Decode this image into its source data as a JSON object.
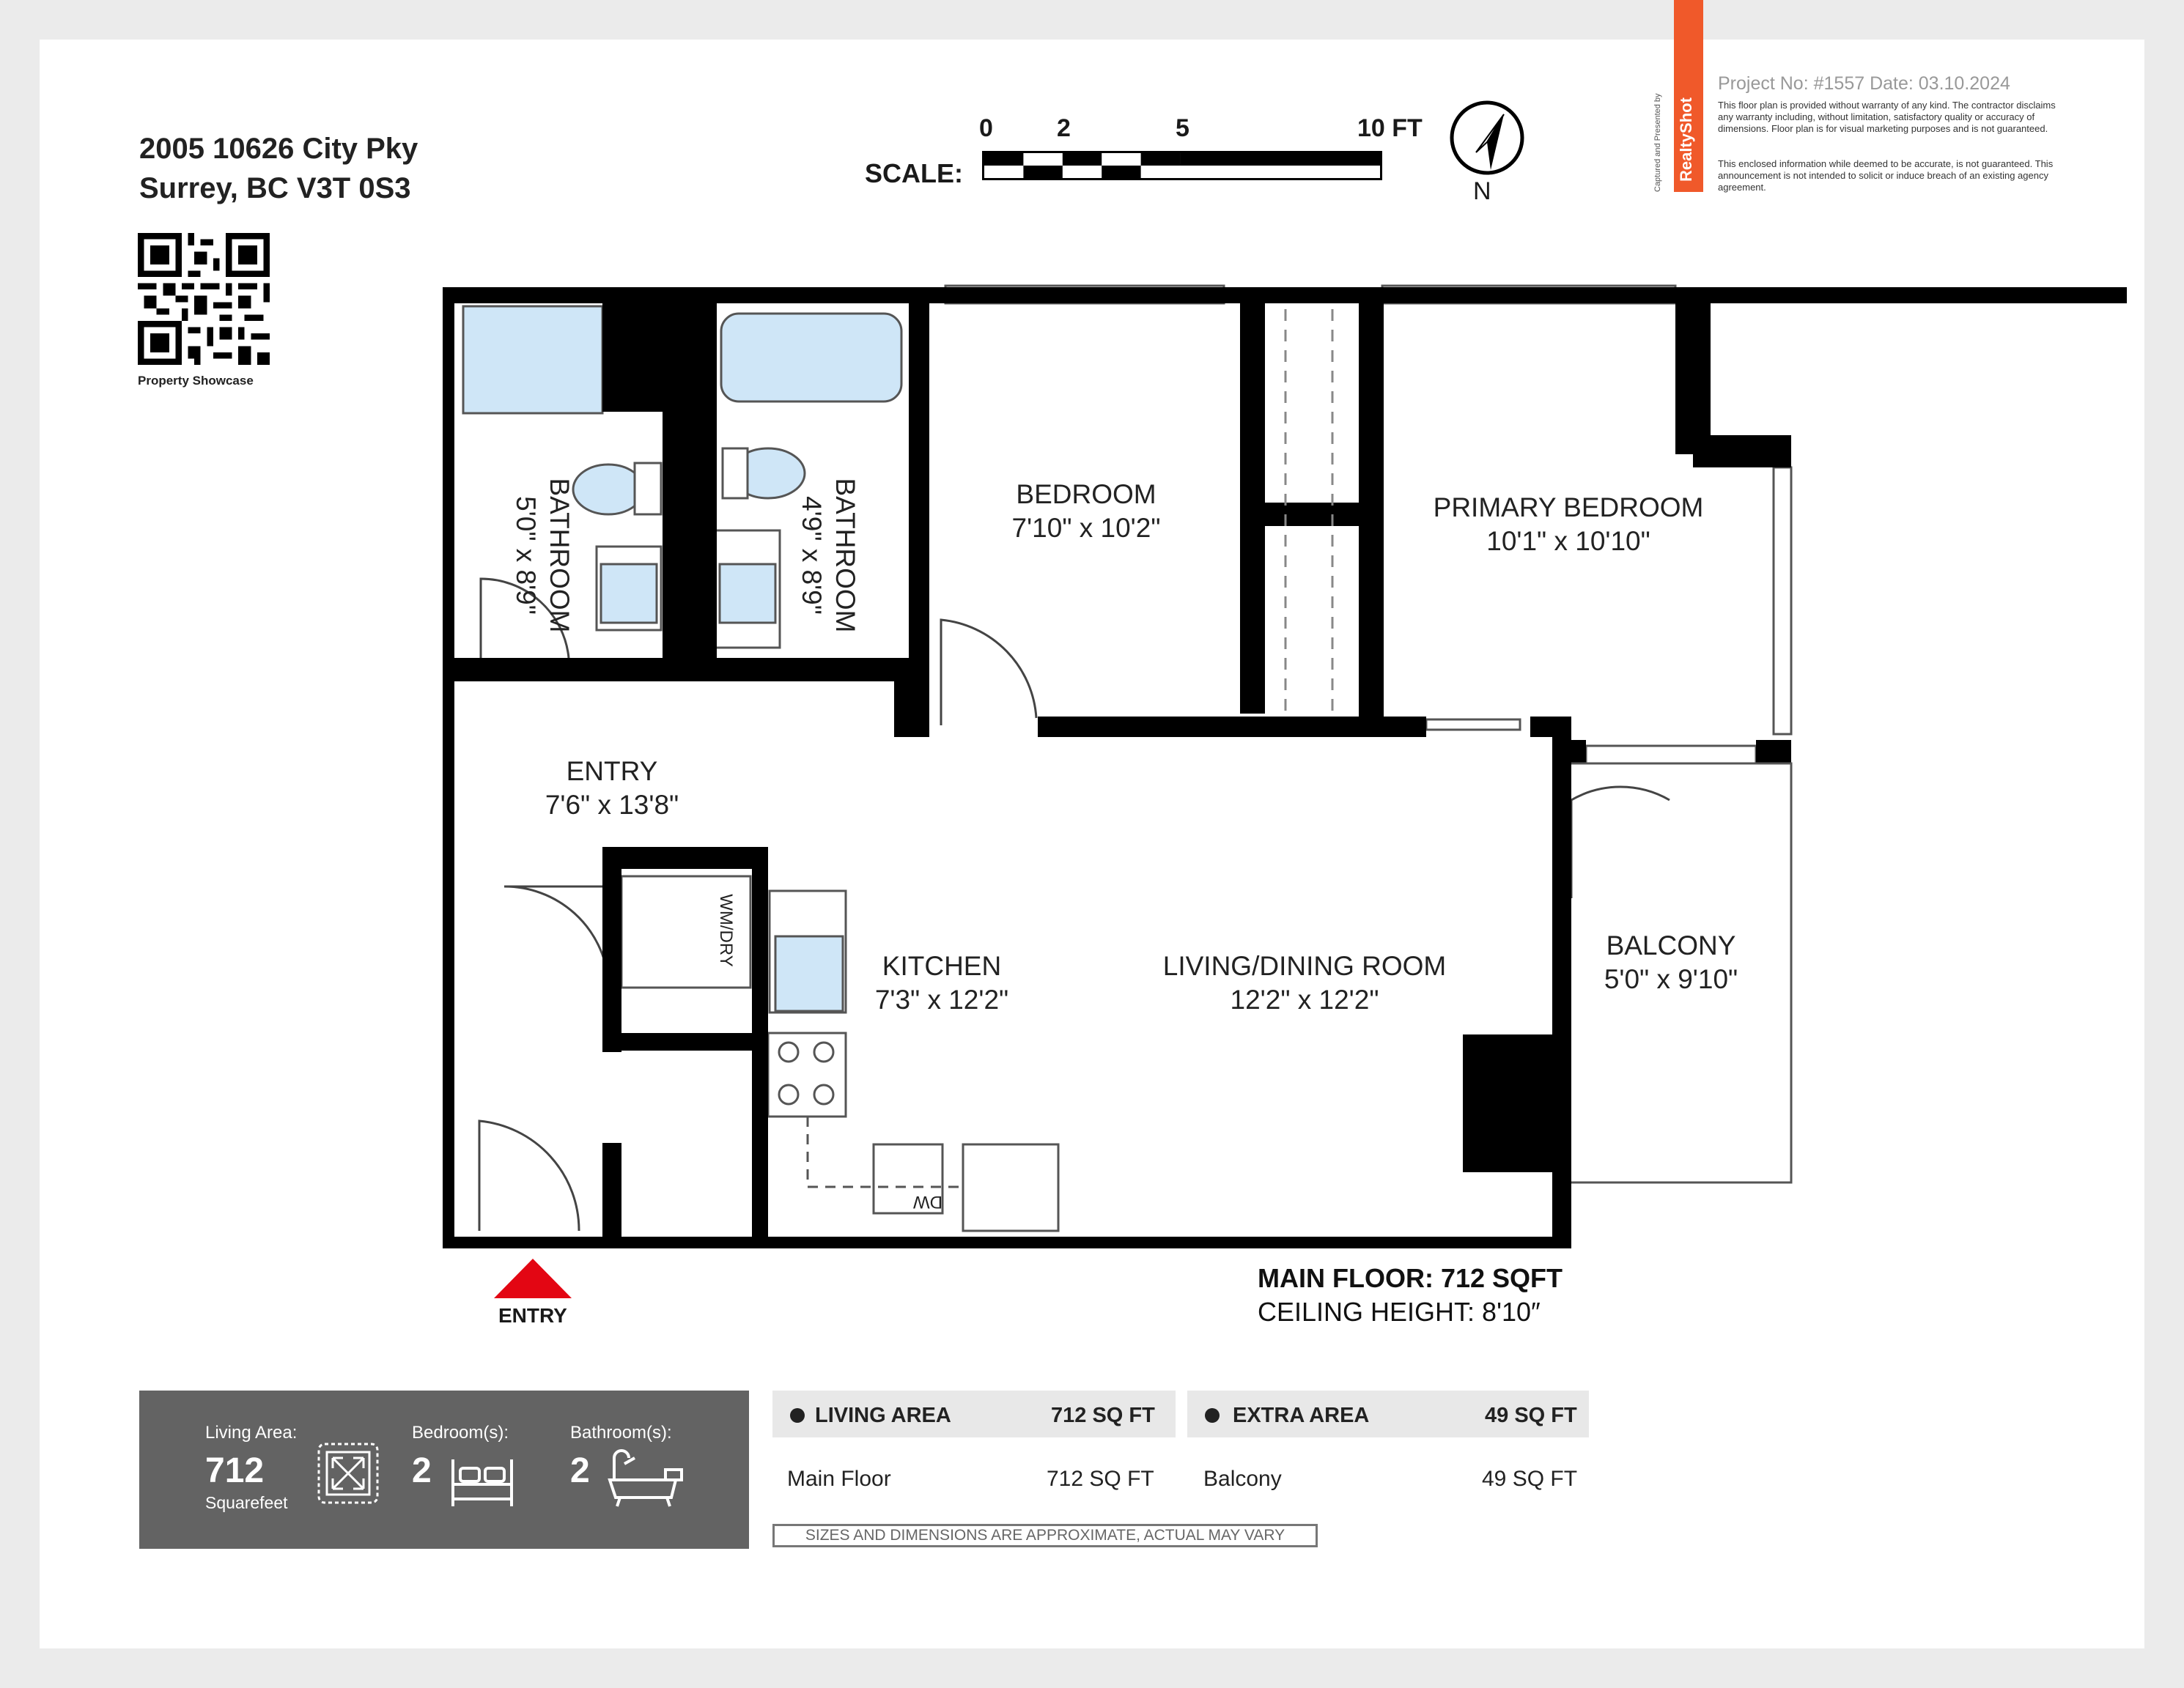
{
  "address": {
    "line1": "2005 10626 City Pky",
    "line2": "Surrey, BC V3T 0S3"
  },
  "qr_caption": "Property Showcase",
  "scale": {
    "label": "SCALE:",
    "ticks": [
      "0",
      "2",
      "5",
      "10 FT"
    ]
  },
  "compass": {
    "label": "N"
  },
  "branding": {
    "presented_by": "Captured and Presented by",
    "brand": "RealtyShot",
    "accent_color": "#f0592a",
    "project": "Project No: #1557   Date: 03.10.2024",
    "disclaimer1": "This floor plan is provided without warranty of any kind. The contractor disclaims any warranty including, without limitation, satisfactory quality or accuracy of dimensions. Floor plan is for visual marketing purposes and is not guaranteed.",
    "disclaimer2": "This enclosed information while deemed to be accurate, is not guaranteed. This announcement is not intended to solicit or induce breach of an existing agency agreement."
  },
  "rooms": {
    "bath1": {
      "name": "BATHROOM",
      "dims": "5'0\" x 8'9\""
    },
    "bath2": {
      "name": "BATHROOM",
      "dims": "4'9\" x 8'9\""
    },
    "bedroom": {
      "name": "BEDROOM",
      "dims": "7'10\" x 10'2\""
    },
    "primary": {
      "name": "PRIMARY BEDROOM",
      "dims": "10'1\" x 10'10\""
    },
    "entry": {
      "name": "ENTRY",
      "dims": "7'6\" x 13'8\""
    },
    "kitchen": {
      "name": "KITCHEN",
      "dims": "7'3\" x 12'2\""
    },
    "living": {
      "name": "LIVING/DINING ROOM",
      "dims": "12'2\" x 12'2\""
    },
    "balcony": {
      "name": "BALCONY",
      "dims": "5'0\" x 9'10\""
    }
  },
  "fixtures": {
    "washer": "WM/DRY",
    "dishwasher": "DW"
  },
  "entry_marker": {
    "label": "ENTRY",
    "color": "#e30613"
  },
  "floor_info": {
    "main": "MAIN FLOOR: 712 SQFT",
    "ceiling": "CEILING HEIGHT: 8'10″"
  },
  "summary": {
    "living_caption": "Living Area:",
    "living_value": "712",
    "living_unit": "Squarefeet",
    "bed_caption": "Bedroom(s):",
    "bed_value": "2",
    "bath_caption": "Bathroom(s):",
    "bath_value": "2",
    "panel_color": "#636363"
  },
  "areas": {
    "living": {
      "header": "LIVING AREA",
      "header_value": "712 SQ FT",
      "row_label": "Main Floor",
      "row_value": "712 SQ FT"
    },
    "extra": {
      "header": "EXTRA AREA",
      "header_value": "49 SQ FT",
      "row_label": "Balcony",
      "row_value": "49 SQ FT"
    },
    "note": "SIZES AND DIMENSIONS ARE APPROXIMATE, ACTUAL MAY VARY"
  }
}
